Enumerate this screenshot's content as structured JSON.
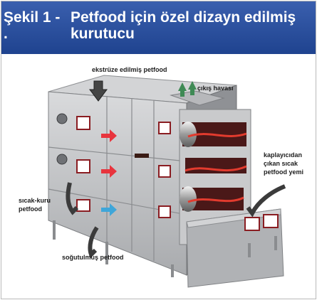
{
  "figure": {
    "heading_prefix": "Şekil 1 -",
    "heading_dot": ".",
    "title_line1": "Petfood için özel dizayn edilmiş",
    "title_line2": "kurutucu"
  },
  "labels": {
    "extruded": "ekstrüze edilmiş petfood",
    "exhaust": "çıkış havası",
    "coater_line1": "kaplayıcıdan",
    "coater_line2": "çıkan sıcak",
    "coater_line3": "petfood yemi",
    "hot_dry_line1": "sıcak-kuru",
    "hot_dry_line2": "petfood",
    "cooled": "soğutulmuş petfood"
  },
  "colors": {
    "header_bg": "#2a4f9e",
    "heading_text": "#ffffff",
    "steel": "#bfc0c2",
    "hot_air_arrow": "#e8343d",
    "cool_air_arrow": "#3fa6d9",
    "exhaust_arrow": "#3f8a55",
    "product": "#3b1414"
  }
}
